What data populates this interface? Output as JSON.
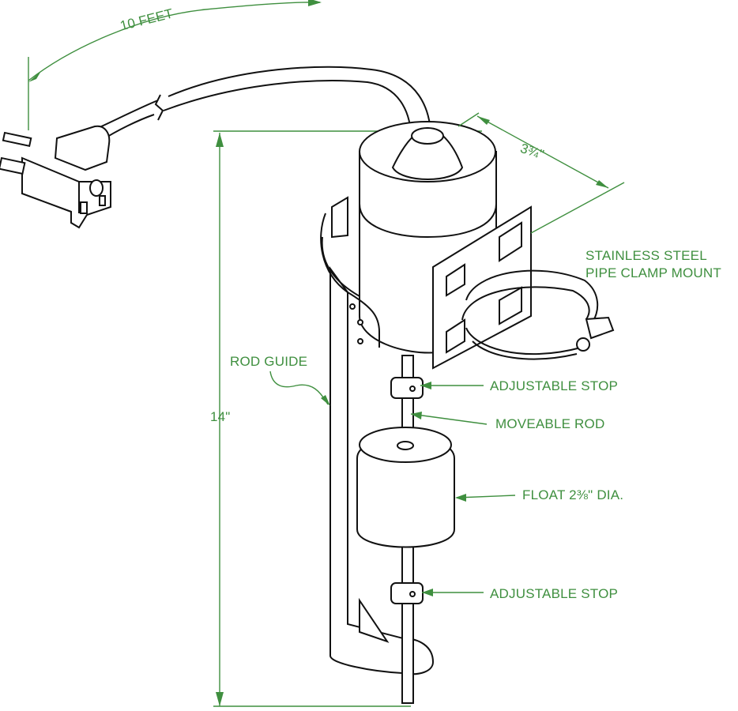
{
  "colors": {
    "annotation": "#3f8f3f",
    "drawing": "#111111",
    "background": "#ffffff"
  },
  "labels": {
    "cord_length": "10 FEET",
    "width": "3¾\"",
    "clamp_line1": "STAINLESS STEEL",
    "clamp_line2": "PIPE CLAMP MOUNT",
    "rod_guide": "ROD GUIDE",
    "height": "14\"",
    "stop_upper": "ADJUSTABLE STOP",
    "rod": "MOVEABLE ROD",
    "float": "FLOAT 2⅜\" DIA.",
    "stop_lower": "ADJUSTABLE STOP"
  }
}
